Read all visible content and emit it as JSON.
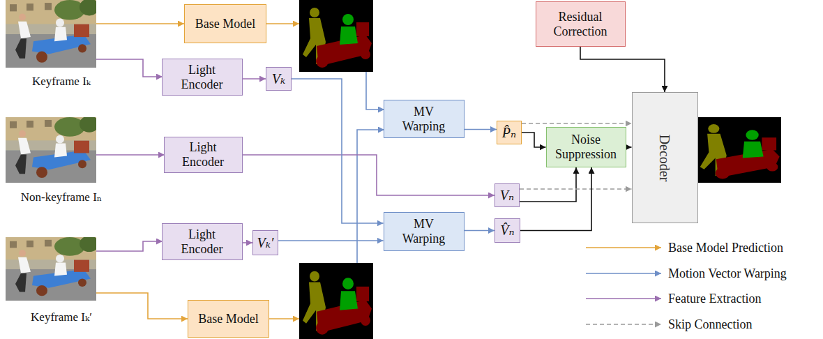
{
  "diagram": {
    "nodes": [
      {
        "text": [
          "Base Model"
        ]
      },
      {
        "text": [
          "Light Encoder"
        ]
      },
      {
        "text": [
          "Vₖ"
        ]
      },
      {
        "text": [
          "Light Encoder"
        ]
      },
      {
        "text": [
          "Light Encoder"
        ]
      },
      {
        "text": [
          "Vₖ′"
        ]
      },
      {
        "text": [
          "Base Model"
        ]
      },
      {
        "text": [
          "MV Warping"
        ]
      },
      {
        "text": [
          "MV Warping"
        ]
      },
      {
        "text": [
          "P̂ₙ"
        ]
      },
      {
        "text": [
          "Vₙ"
        ]
      },
      {
        "text": [
          "V̂ₙ"
        ]
      },
      {
        "text": [
          "Residual Correction"
        ]
      },
      {
        "text": [
          "Noise Suppression"
        ]
      },
      {
        "text": [
          "Decoder"
        ]
      }
    ],
    "edges": [
      {
        "from": 1,
        "to": 2,
        "arrow": "to"
      },
      {
        "from": 3,
        "to": 10,
        "arrow": "to"
      },
      {
        "from": 4,
        "to": 5,
        "arrow": "to"
      },
      {
        "from": 2,
        "to": 8,
        "arrow": "to"
      },
      {
        "from": 5,
        "to": 8,
        "arrow": "to"
      },
      {
        "from": 7,
        "to": 9,
        "arrow": "to"
      },
      {
        "from": 8,
        "to": 11,
        "arrow": "to"
      },
      {
        "from": 9,
        "to": 13,
        "arrow": "to"
      },
      {
        "from": 9,
        "to": 14,
        "arrow": "to"
      },
      {
        "from": 10,
        "to": 13,
        "arrow": "to"
      },
      {
        "from": 10,
        "to": 14,
        "arrow": "to"
      },
      {
        "from": 11,
        "to": 13,
        "arrow": "to"
      },
      {
        "from": 13,
        "to": 14,
        "arrow": "to"
      },
      {
        "from": 12,
        "to": 14,
        "arrow": "to"
      }
    ],
    "labels": [
      "Keyframe Iₖ",
      "Non-keyframe Iₙ",
      "Keyframe Iₖ′"
    ],
    "legend": [
      {
        "text": "Base Model Prediction"
      },
      {
        "text": "Motion Vector Warping"
      },
      {
        "text": "Feature Extraction"
      },
      {
        "text": "Skip Connection"
      }
    ]
  }
}
